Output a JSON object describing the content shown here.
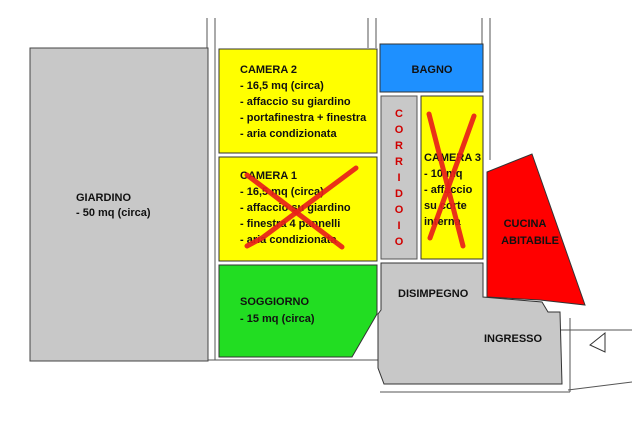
{
  "plan": {
    "giardino": {
      "title": "GIARDINO",
      "lines": [
        "- 50 mq (circa)"
      ],
      "color": "#c8c8c8"
    },
    "camera2": {
      "title": "CAMERA 2",
      "lines": [
        "- 16,5 mq (circa)",
        "- affaccio su giardino",
        "- portafinestra + finestra",
        "- aria condizionata"
      ],
      "color": "#ffff00"
    },
    "camera1": {
      "title": "CAMERA 1",
      "lines": [
        "- 16,5 mq (circa)",
        "- affaccio su giardino",
        "- finestra 4 pannelli",
        "- aria condizionata"
      ],
      "color": "#ffff00",
      "crossed": true
    },
    "bagno": {
      "title": "BAGNO",
      "color": "#1e90ff"
    },
    "corridoio": {
      "letters": [
        "C",
        "O",
        "R",
        "R",
        "I",
        "D",
        "O",
        "I",
        "O"
      ],
      "color": "#c8c8c8"
    },
    "camera3": {
      "title": "CAMERA 3",
      "lines": [
        "- 10 mq",
        "- affaccio",
        "su corte",
        "interna"
      ],
      "color": "#ffff00",
      "crossed": true
    },
    "cucina": {
      "title_lines": [
        "CUCINA",
        "ABITABILE"
      ],
      "color": "#ff0000"
    },
    "soggiorno": {
      "title": "SOGGIORNO",
      "lines": [
        "- 15 mq (circa)"
      ],
      "color": "#22dd22"
    },
    "disimpegno": {
      "title": "DISIMPEGNO",
      "color": "#c8c8c8"
    },
    "ingresso": {
      "title": "INGRESSO",
      "color": "#c8c8c8"
    }
  }
}
